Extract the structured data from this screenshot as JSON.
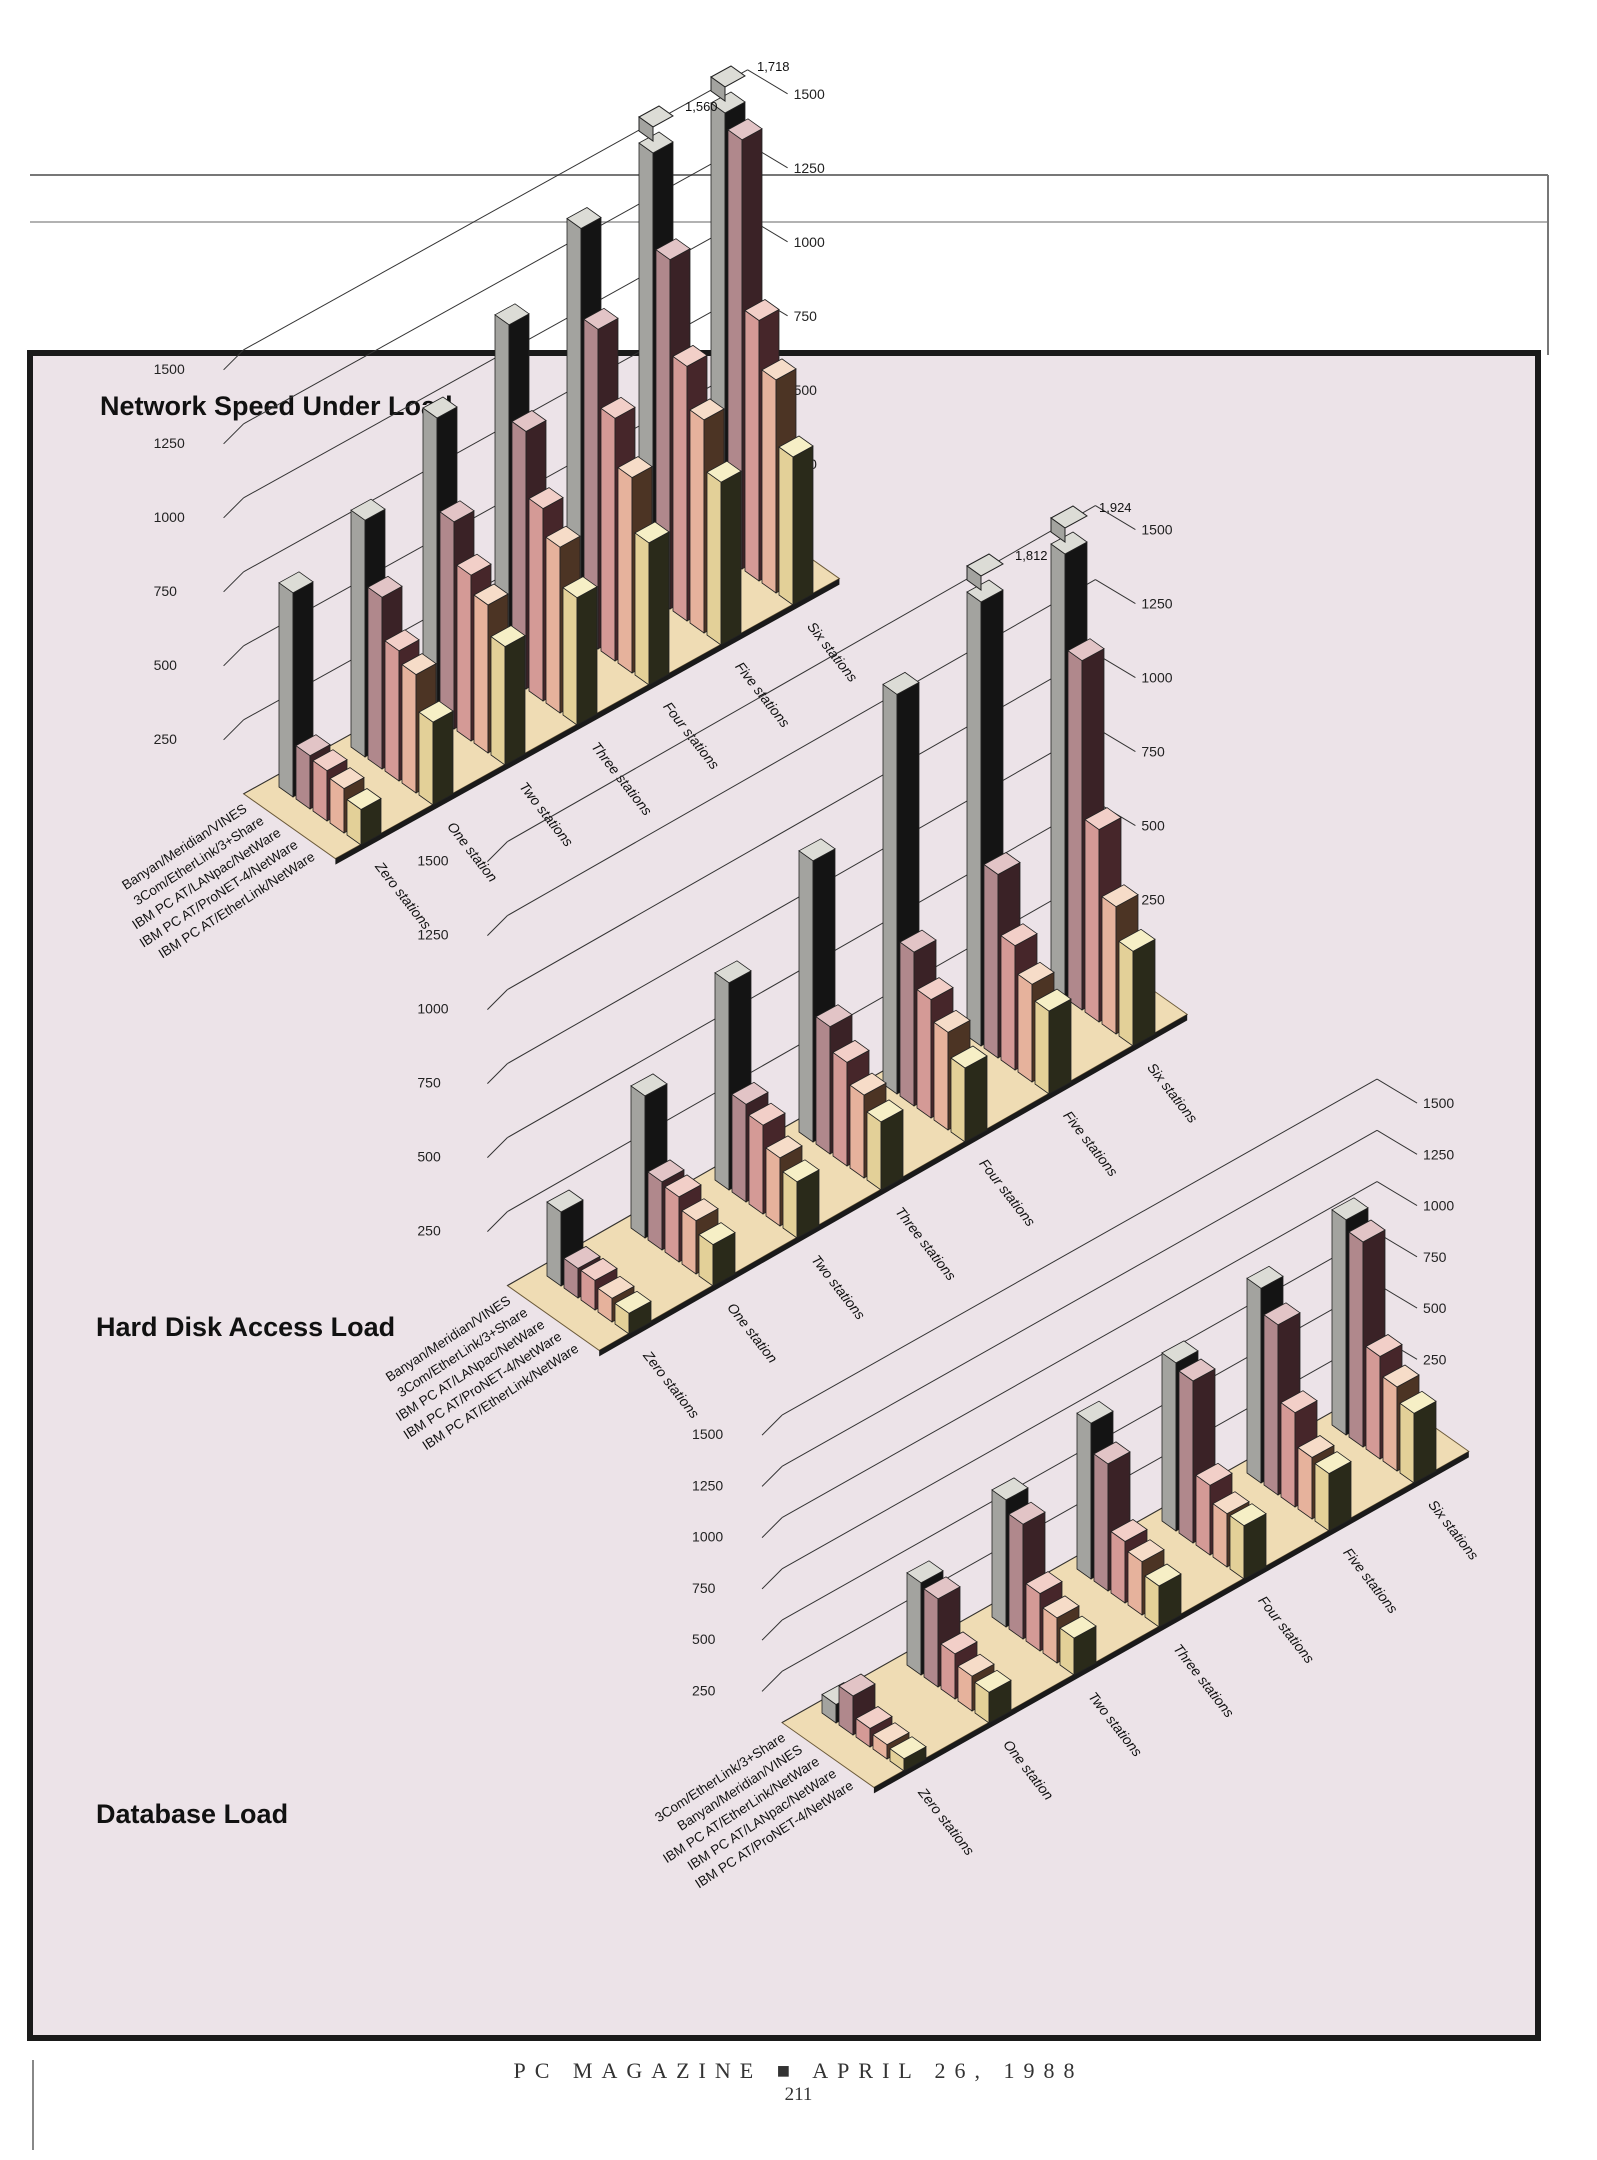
{
  "page": {
    "footer_magazine": "PC MAGAZINE ■ APRIL 26, 1988",
    "footer_page": "211"
  },
  "palette": {
    "panel": "#ece3e8",
    "frame": "#1a1a1a",
    "floor": "#efdcb4",
    "series_front": [
      "#a3a39f",
      "#b0888c",
      "#d49a96",
      "#e6b29c",
      "#e3d098"
    ],
    "series_side": [
      "#141414",
      "#3a2226",
      "#46262a",
      "#4c3424",
      "#2a2a1a"
    ],
    "series_top": [
      "#dcdcd6",
      "#e2c4c6",
      "#f2cfc8",
      "#f6dcc8",
      "#f6efc6"
    ]
  },
  "chart_data": [
    {
      "type": "bar",
      "title": "Network Speed Under Load",
      "categories": [
        "Zero stations",
        "One station",
        "Two stations",
        "Three stations",
        "Four stations",
        "Five stations",
        "Six stations"
      ],
      "series": [
        {
          "name": "Banyan/Meridian/VINES",
          "values": [
            690,
            800,
            1010,
            1190,
            1380,
            1560,
            1718
          ]
        },
        {
          "name": "3Com/EtherLink/3+Share",
          "values": [
            180,
            580,
            700,
            870,
            1080,
            1180,
            1450
          ]
        },
        {
          "name": "IBM PC AT/LANpac/NetWare",
          "values": [
            170,
            440,
            560,
            650,
            820,
            860,
            880
          ]
        },
        {
          "name": "IBM PC AT/ProNET-4/NetWare",
          "values": [
            150,
            400,
            500,
            560,
            660,
            720,
            720
          ]
        },
        {
          "name": "IBM PC AT/EtherLink/NetWare",
          "values": [
            120,
            280,
            400,
            430,
            480,
            550,
            500
          ]
        }
      ],
      "ylim": [
        0,
        1500
      ],
      "yticks": [
        "0",
        "250",
        "500",
        "750",
        "1000",
        "1250",
        "1500"
      ],
      "annotations": [
        "1,718"
      ]
    },
    {
      "type": "bar",
      "title": "Hard Disk Access Load",
      "categories": [
        "Zero stations",
        "One station",
        "Two stations",
        "Three stations",
        "Four stations",
        "Five stations",
        "Six stations"
      ],
      "series": [
        {
          "name": "Banyan/Meridian/VINES",
          "values": [
            250,
            480,
            700,
            950,
            1350,
            1812,
            1924
          ]
        },
        {
          "name": "3Com/EtherLink/3+Share",
          "values": [
            100,
            230,
            330,
            430,
            520,
            620,
            1180
          ]
        },
        {
          "name": "IBM PC AT/LANpac/NetWare",
          "values": [
            100,
            220,
            300,
            350,
            400,
            420,
            650
          ]
        },
        {
          "name": "IBM PC AT/ProNET-4/NetWare",
          "values": [
            80,
            180,
            230,
            280,
            330,
            330,
            430
          ]
        },
        {
          "name": "IBM PC AT/EtherLink/NetWare",
          "values": [
            70,
            140,
            190,
            230,
            250,
            280,
            320
          ]
        }
      ],
      "ylim": [
        0,
        1500
      ],
      "yticks": [
        "0",
        "250",
        "500",
        "750",
        "1000",
        "1250",
        "1500"
      ],
      "annotations": [
        "1,812",
        "1,924"
      ]
    },
    {
      "type": "bar",
      "title": "Database Load",
      "categories": [
        "Zero stations",
        "One station",
        "Two stations",
        "Three stations",
        "Four stations",
        "Five stations",
        "Six stations"
      ],
      "series": [
        {
          "name": "3Com/EtherLink/3+Share",
          "values": [
            90,
            450,
            620,
            760,
            820,
            950,
            1050
          ]
        },
        {
          "name": "Banyan/Meridian/VINES",
          "values": [
            190,
            430,
            560,
            620,
            790,
            830,
            1000
          ]
        },
        {
          "name": "IBM PC AT/EtherLink/NetWare",
          "values": [
            90,
            220,
            280,
            300,
            340,
            460,
            500
          ]
        },
        {
          "name": "IBM PC AT/LANpac/NetWare",
          "values": [
            70,
            170,
            220,
            260,
            260,
            300,
            410
          ]
        },
        {
          "name": "IBM PC AT/ProNET-4/NetWare",
          "values": [
            60,
            150,
            180,
            200,
            260,
            280,
            340
          ]
        }
      ],
      "ylim": [
        0,
        1500
      ],
      "yticks": [
        "0",
        "250",
        "500",
        "750",
        "1000",
        "1250",
        "1500"
      ],
      "annotations": []
    }
  ]
}
